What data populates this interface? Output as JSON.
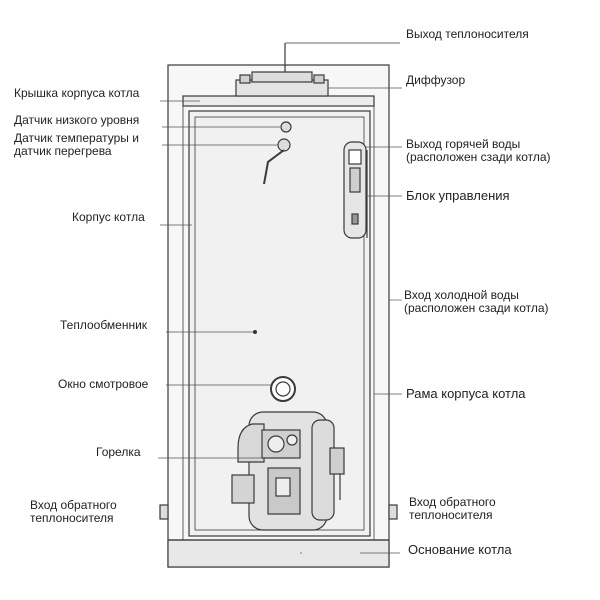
{
  "labels": {
    "coolant_outlet": "Выход теплоносителя",
    "diffuser": "Диффузор",
    "casing_cover": "Крышка корпуса котла",
    "low_level_sensor": "Датчик низкого уровня",
    "temp_sensor_line1": "Датчик температуры и",
    "temp_sensor_line2": "датчик перегрева",
    "hot_water_line1": "Выход горячей воды",
    "hot_water_line2": "(расположен сзади котла)",
    "control_unit": "Блок управления",
    "boiler_body": "Корпус котла",
    "cold_water_line1": "Вход холодной воды",
    "cold_water_line2": "(расположен сзади котла)",
    "heat_exchanger": "Теплообменник",
    "sight_window": "Окно смотровое",
    "casing_frame": "Рама корпуса котла",
    "burner": "Горелка",
    "return_left_line1": "Вход обратного",
    "return_left_line2": "теплоносителя",
    "return_right_line1": "Вход обратного",
    "return_right_line2": "теплоносителя",
    "boiler_base": "Основание котла"
  },
  "colors": {
    "line": "#3a3a3a",
    "fill_body": "#f1f1f1",
    "text": "#222222"
  }
}
